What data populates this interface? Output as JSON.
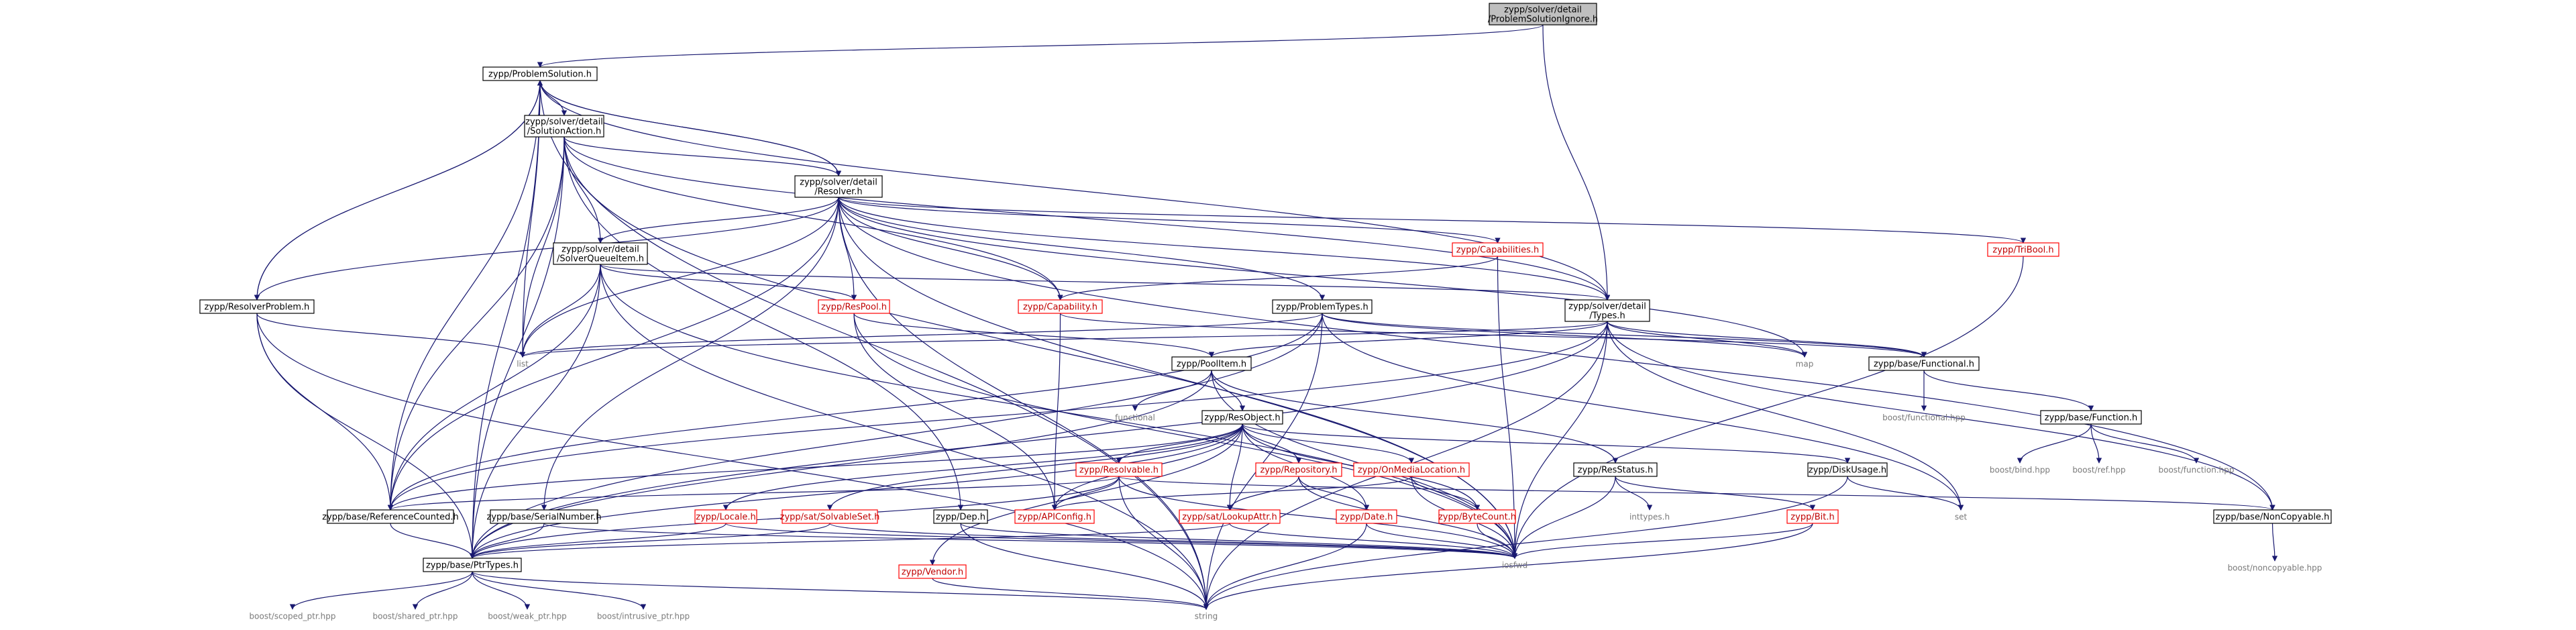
{
  "graph": {
    "type": "include-dependency-graph",
    "nodes": [
      {
        "id": "root",
        "lines": [
          "zypp/solver/detail",
          "/ProblemSolutionIgnore.h"
        ],
        "style": "root"
      },
      {
        "id": "ps",
        "lines": [
          "zypp/ProblemSolution.h"
        ],
        "style": "normal"
      },
      {
        "id": "sa",
        "lines": [
          "zypp/solver/detail",
          "/SolutionAction.h"
        ],
        "style": "normal"
      },
      {
        "id": "res",
        "lines": [
          "zypp/solver/detail",
          "/Resolver.h"
        ],
        "style": "normal"
      },
      {
        "id": "sqi",
        "lines": [
          "zypp/solver/detail",
          "/SolverQueueItem.h"
        ],
        "style": "normal"
      },
      {
        "id": "rprob",
        "lines": [
          "zypp/ResolverProblem.h"
        ],
        "style": "normal"
      },
      {
        "id": "caps",
        "lines": [
          "zypp/Capabilities.h"
        ],
        "style": "red"
      },
      {
        "id": "tribool",
        "lines": [
          "zypp/TriBool.h"
        ],
        "style": "red"
      },
      {
        "id": "respool",
        "lines": [
          "zypp/ResPool.h"
        ],
        "style": "red"
      },
      {
        "id": "cap",
        "lines": [
          "zypp/Capability.h"
        ],
        "style": "red"
      },
      {
        "id": "probtypes",
        "lines": [
          "zypp/ProblemTypes.h"
        ],
        "style": "normal"
      },
      {
        "id": "types",
        "lines": [
          "zypp/solver/detail",
          "/Types.h"
        ],
        "style": "normal"
      },
      {
        "id": "list",
        "lines": [
          "list"
        ],
        "style": "sys"
      },
      {
        "id": "map",
        "lines": [
          "map"
        ],
        "style": "sys"
      },
      {
        "id": "functional_h",
        "lines": [
          "zypp/base/Functional.h"
        ],
        "style": "normal"
      },
      {
        "id": "poolitem",
        "lines": [
          "zypp/PoolItem.h"
        ],
        "style": "normal"
      },
      {
        "id": "bfunctional",
        "lines": [
          "boost/functional.hpp"
        ],
        "style": "sys"
      },
      {
        "id": "function_h",
        "lines": [
          "zypp/base/Function.h"
        ],
        "style": "normal"
      },
      {
        "id": "functional",
        "lines": [
          "functional"
        ],
        "style": "sys"
      },
      {
        "id": "resobject",
        "lines": [
          "zypp/ResObject.h"
        ],
        "style": "normal"
      },
      {
        "id": "bbind",
        "lines": [
          "boost/bind.hpp"
        ],
        "style": "sys"
      },
      {
        "id": "bref",
        "lines": [
          "boost/ref.hpp"
        ],
        "style": "sys"
      },
      {
        "id": "bfunction",
        "lines": [
          "boost/function.hpp"
        ],
        "style": "sys"
      },
      {
        "id": "resstatus",
        "lines": [
          "zypp/ResStatus.h"
        ],
        "style": "normal"
      },
      {
        "id": "diskusage",
        "lines": [
          "zypp/DiskUsage.h"
        ],
        "style": "normal"
      },
      {
        "id": "resolvable",
        "lines": [
          "zypp/Resolvable.h"
        ],
        "style": "red"
      },
      {
        "id": "repository",
        "lines": [
          "zypp/Repository.h"
        ],
        "style": "red"
      },
      {
        "id": "omloc",
        "lines": [
          "zypp/OnMediaLocation.h"
        ],
        "style": "red"
      },
      {
        "id": "set",
        "lines": [
          "set"
        ],
        "style": "sys"
      },
      {
        "id": "noncopyable",
        "lines": [
          "zypp/base/NonCopyable.h"
        ],
        "style": "normal"
      },
      {
        "id": "inttypes",
        "lines": [
          "inttypes.h"
        ],
        "style": "sys"
      },
      {
        "id": "bit",
        "lines": [
          "zypp/Bit.h"
        ],
        "style": "red"
      },
      {
        "id": "refcounted",
        "lines": [
          "zypp/base/ReferenceCounted.h"
        ],
        "style": "normal"
      },
      {
        "id": "serial",
        "lines": [
          "zypp/base/SerialNumber.h"
        ],
        "style": "normal"
      },
      {
        "id": "locale",
        "lines": [
          "zypp/Locale.h"
        ],
        "style": "red"
      },
      {
        "id": "solvableset",
        "lines": [
          "zypp/sat/SolvableSet.h"
        ],
        "style": "red"
      },
      {
        "id": "dep",
        "lines": [
          "zypp/Dep.h"
        ],
        "style": "normal"
      },
      {
        "id": "apiconfig",
        "lines": [
          "zypp/APIConfig.h"
        ],
        "style": "red"
      },
      {
        "id": "lookupattr",
        "lines": [
          "zypp/sat/LookupAttr.h"
        ],
        "style": "red"
      },
      {
        "id": "date",
        "lines": [
          "zypp/Date.h"
        ],
        "style": "red"
      },
      {
        "id": "bytecount",
        "lines": [
          "zypp/ByteCount.h"
        ],
        "style": "red"
      },
      {
        "id": "iosfwd",
        "lines": [
          "iosfwd"
        ],
        "style": "sys"
      },
      {
        "id": "bnoncopyable",
        "lines": [
          "boost/noncopyable.hpp"
        ],
        "style": "sys"
      },
      {
        "id": "ptrtypes",
        "lines": [
          "zypp/base/PtrTypes.h"
        ],
        "style": "normal"
      },
      {
        "id": "vendor",
        "lines": [
          "zypp/Vendor.h"
        ],
        "style": "red"
      },
      {
        "id": "bscoped",
        "lines": [
          "boost/scoped_ptr.hpp"
        ],
        "style": "sys"
      },
      {
        "id": "bshared",
        "lines": [
          "boost/shared_ptr.hpp"
        ],
        "style": "sys"
      },
      {
        "id": "bweak",
        "lines": [
          "boost/weak_ptr.hpp"
        ],
        "style": "sys"
      },
      {
        "id": "bintrusive",
        "lines": [
          "boost/intrusive_ptr.hpp"
        ],
        "style": "sys"
      },
      {
        "id": "string",
        "lines": [
          "string"
        ],
        "style": "sys"
      }
    ],
    "edges": [
      [
        "root",
        "ps"
      ],
      [
        "root",
        "types"
      ],
      [
        "ps",
        "sa"
      ],
      [
        "ps",
        "res"
      ],
      [
        "ps",
        "rprob"
      ],
      [
        "ps",
        "refcounted"
      ],
      [
        "ps",
        "list"
      ],
      [
        "ps",
        "ptrtypes"
      ],
      [
        "ps",
        "types"
      ],
      [
        "ps",
        "string"
      ],
      [
        "sa",
        "res"
      ],
      [
        "sa",
        "sqi"
      ],
      [
        "sa",
        "list"
      ],
      [
        "sa",
        "cap"
      ],
      [
        "sa",
        "types"
      ],
      [
        "sa",
        "refcounted"
      ],
      [
        "sa",
        "ptrtypes"
      ],
      [
        "sa",
        "dep"
      ],
      [
        "sa",
        "iosfwd"
      ],
      [
        "res",
        "ps"
      ],
      [
        "res",
        "sqi"
      ],
      [
        "res",
        "rprob"
      ],
      [
        "res",
        "caps"
      ],
      [
        "res",
        "tribool"
      ],
      [
        "res",
        "respool"
      ],
      [
        "res",
        "cap"
      ],
      [
        "res",
        "probtypes"
      ],
      [
        "res",
        "types"
      ],
      [
        "res",
        "list"
      ],
      [
        "res",
        "map"
      ],
      [
        "res",
        "refcounted"
      ],
      [
        "res",
        "serial"
      ],
      [
        "res",
        "noncopyable"
      ],
      [
        "res",
        "iosfwd"
      ],
      [
        "res",
        "string"
      ],
      [
        "sqi",
        "respool"
      ],
      [
        "sqi",
        "types"
      ],
      [
        "sqi",
        "list"
      ],
      [
        "sqi",
        "refcounted"
      ],
      [
        "sqi",
        "ptrtypes"
      ],
      [
        "sqi",
        "iosfwd"
      ],
      [
        "sqi",
        "string"
      ],
      [
        "rprob",
        "ps"
      ],
      [
        "rprob",
        "list"
      ],
      [
        "rprob",
        "refcounted"
      ],
      [
        "rprob",
        "ptrtypes"
      ],
      [
        "rprob",
        "string"
      ],
      [
        "caps",
        "cap"
      ],
      [
        "caps",
        "iosfwd"
      ],
      [
        "tribool",
        "iosfwd"
      ],
      [
        "respool",
        "poolitem"
      ],
      [
        "respool",
        "apiconfig"
      ],
      [
        "respool",
        "iosfwd"
      ],
      [
        "cap",
        "apiconfig"
      ],
      [
        "cap",
        "functional_h"
      ],
      [
        "probtypes",
        "list"
      ],
      [
        "probtypes",
        "functional_h"
      ],
      [
        "probtypes",
        "ptrtypes"
      ],
      [
        "probtypes",
        "refcounted"
      ],
      [
        "probtypes",
        "map"
      ],
      [
        "probtypes",
        "set"
      ],
      [
        "probtypes",
        "string"
      ],
      [
        "types",
        "poolitem"
      ],
      [
        "types",
        "functional_h"
      ],
      [
        "types",
        "list"
      ],
      [
        "types",
        "map"
      ],
      [
        "types",
        "set"
      ],
      [
        "types",
        "noncopyable"
      ],
      [
        "types",
        "ptrtypes"
      ],
      [
        "types",
        "refcounted"
      ],
      [
        "types",
        "iosfwd"
      ],
      [
        "types",
        "string"
      ],
      [
        "functional_h",
        "bfunctional"
      ],
      [
        "functional_h",
        "function_h"
      ],
      [
        "function_h",
        "bbind"
      ],
      [
        "function_h",
        "bref"
      ],
      [
        "function_h",
        "bfunction"
      ],
      [
        "poolitem",
        "functional"
      ],
      [
        "poolitem",
        "resobject"
      ],
      [
        "poolitem",
        "resstatus"
      ],
      [
        "poolitem",
        "ptrtypes"
      ],
      [
        "poolitem",
        "iosfwd"
      ],
      [
        "resobject",
        "resolvable"
      ],
      [
        "resobject",
        "repository"
      ],
      [
        "resobject",
        "omloc"
      ],
      [
        "resobject",
        "diskusage"
      ],
      [
        "resobject",
        "apiconfig"
      ],
      [
        "resobject",
        "lookupattr"
      ],
      [
        "resobject",
        "date"
      ],
      [
        "resobject",
        "bytecount"
      ],
      [
        "resobject",
        "locale"
      ],
      [
        "resobject",
        "solvableset"
      ],
      [
        "resobject",
        "vendor"
      ],
      [
        "resobject",
        "refcounted"
      ],
      [
        "resobject",
        "ptrtypes"
      ],
      [
        "resstatus",
        "inttypes"
      ],
      [
        "resstatus",
        "bit"
      ],
      [
        "resstatus",
        "iosfwd"
      ],
      [
        "diskusage",
        "set"
      ],
      [
        "diskusage",
        "string"
      ],
      [
        "resolvable",
        "refcounted"
      ],
      [
        "resolvable",
        "noncopyable"
      ],
      [
        "resolvable",
        "apiconfig"
      ],
      [
        "resolvable",
        "ptrtypes"
      ],
      [
        "resolvable",
        "iosfwd"
      ],
      [
        "resolvable",
        "string"
      ],
      [
        "repository",
        "lookupattr"
      ],
      [
        "repository",
        "date"
      ],
      [
        "repository",
        "iosfwd"
      ],
      [
        "omloc",
        "apiconfig"
      ],
      [
        "omloc",
        "bytecount"
      ],
      [
        "omloc",
        "iosfwd"
      ],
      [
        "noncopyable",
        "bnoncopyable"
      ],
      [
        "bit",
        "iosfwd"
      ],
      [
        "bit",
        "string"
      ],
      [
        "refcounted",
        "ptrtypes"
      ],
      [
        "serial",
        "ptrtypes"
      ],
      [
        "serial",
        "iosfwd"
      ],
      [
        "locale",
        "ptrtypes"
      ],
      [
        "locale",
        "iosfwd"
      ],
      [
        "solvableset",
        "ptrtypes"
      ],
      [
        "solvableset",
        "iosfwd"
      ],
      [
        "dep",
        "iosfwd"
      ],
      [
        "dep",
        "string"
      ],
      [
        "lookupattr",
        "ptrtypes"
      ],
      [
        "lookupattr",
        "iosfwd"
      ],
      [
        "date",
        "iosfwd"
      ],
      [
        "date",
        "string"
      ],
      [
        "bytecount",
        "iosfwd"
      ],
      [
        "vendor",
        "string"
      ],
      [
        "ptrtypes",
        "bscoped"
      ],
      [
        "ptrtypes",
        "bshared"
      ],
      [
        "ptrtypes",
        "bweak"
      ],
      [
        "ptrtypes",
        "bintrusive"
      ],
      [
        "ptrtypes",
        "string"
      ]
    ],
    "colors": {
      "edge": "#191970",
      "root_fill": "#bfbfbf",
      "node_border": "#000000",
      "missing_node_border": "#ff0000",
      "missing_node_text": "#c00000",
      "system_text": "#7a7a7a"
    }
  }
}
